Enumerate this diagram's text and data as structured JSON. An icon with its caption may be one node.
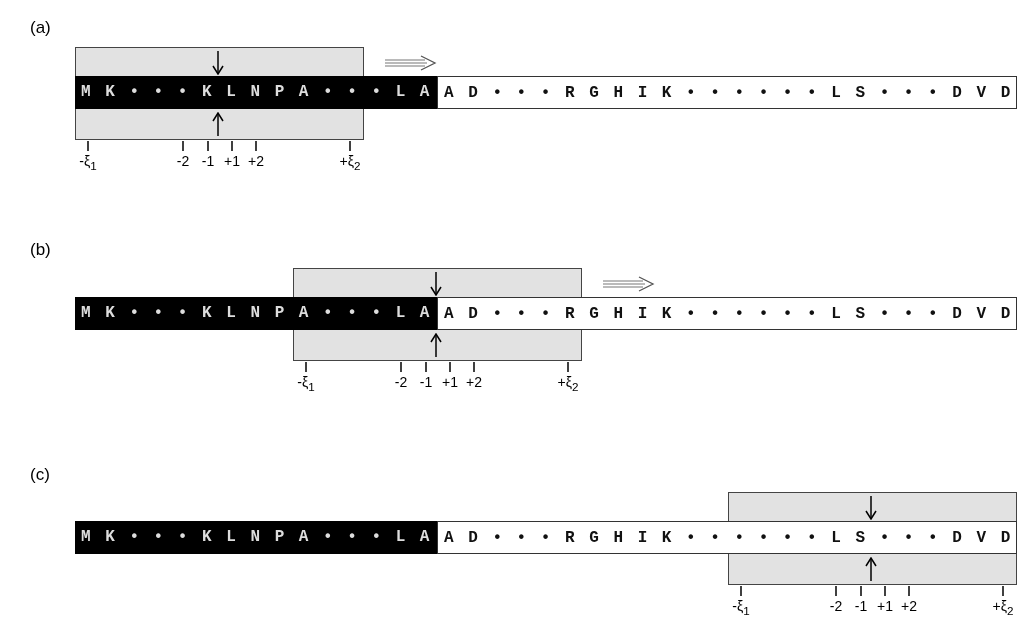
{
  "diagram": {
    "labels": [
      "(a)",
      "M K • • • K L N P A • • • L A",
      "A D • • • R G H I K • • • • • • L S • • • D V D",
      "-ξ$_{1}$",
      "-2",
      "-1",
      "+1",
      "+2",
      "+ξ$_{2}$",
      "(b)",
      "M K • • • K L N P A • • • L A",
      "A D • • • R G H I K • • • • • • L S • • • D V D",
      "-ξ$_{1}$",
      "-2",
      "-1",
      "+1",
      "+2",
      "+ξ$_{2}$",
      "(c)",
      "M K • • • K L N P A • • • L A",
      "A D • • • R G H I K • • • • • • L S • • • D V D",
      "-ξ$_{1}$",
      "-2",
      "-1",
      "+1",
      "+2",
      "+ξ$_{2}$"
    ]
  }
}
